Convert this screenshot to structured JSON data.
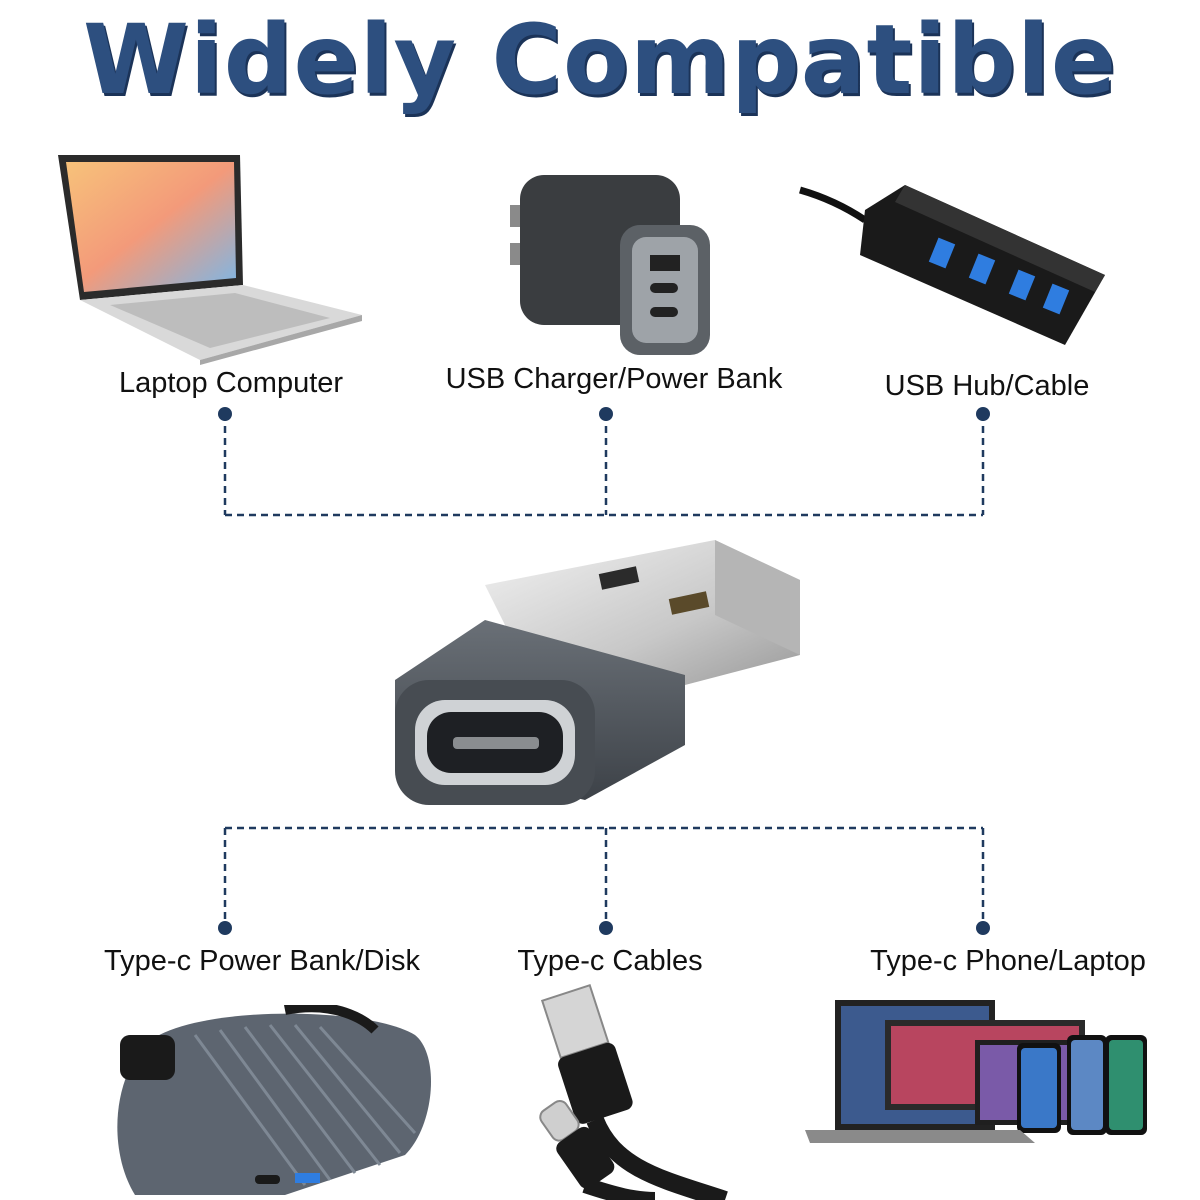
{
  "title": "Widely Compatible",
  "top_devices": [
    {
      "label": "Laptop Computer",
      "icon": "laptop-icon"
    },
    {
      "label": "USB Charger/Power Bank",
      "icon": "charger-icon"
    },
    {
      "label": "USB Hub/Cable",
      "icon": "usb-hub-icon"
    }
  ],
  "bottom_devices": [
    {
      "label": "Type-c Power Bank/Disk",
      "icon": "power-bank-icon"
    },
    {
      "label": "Type-c Cables",
      "icon": "cable-icon"
    },
    {
      "label": "Type-c Phone/Laptop",
      "icon": "phone-laptop-icon"
    }
  ],
  "center_product": {
    "icon": "usb-a-to-type-c-adapter-icon"
  },
  "colors": {
    "title": "#2d4f7f",
    "connector": "#1f3a5f",
    "adapter_body": "#4a5057"
  }
}
